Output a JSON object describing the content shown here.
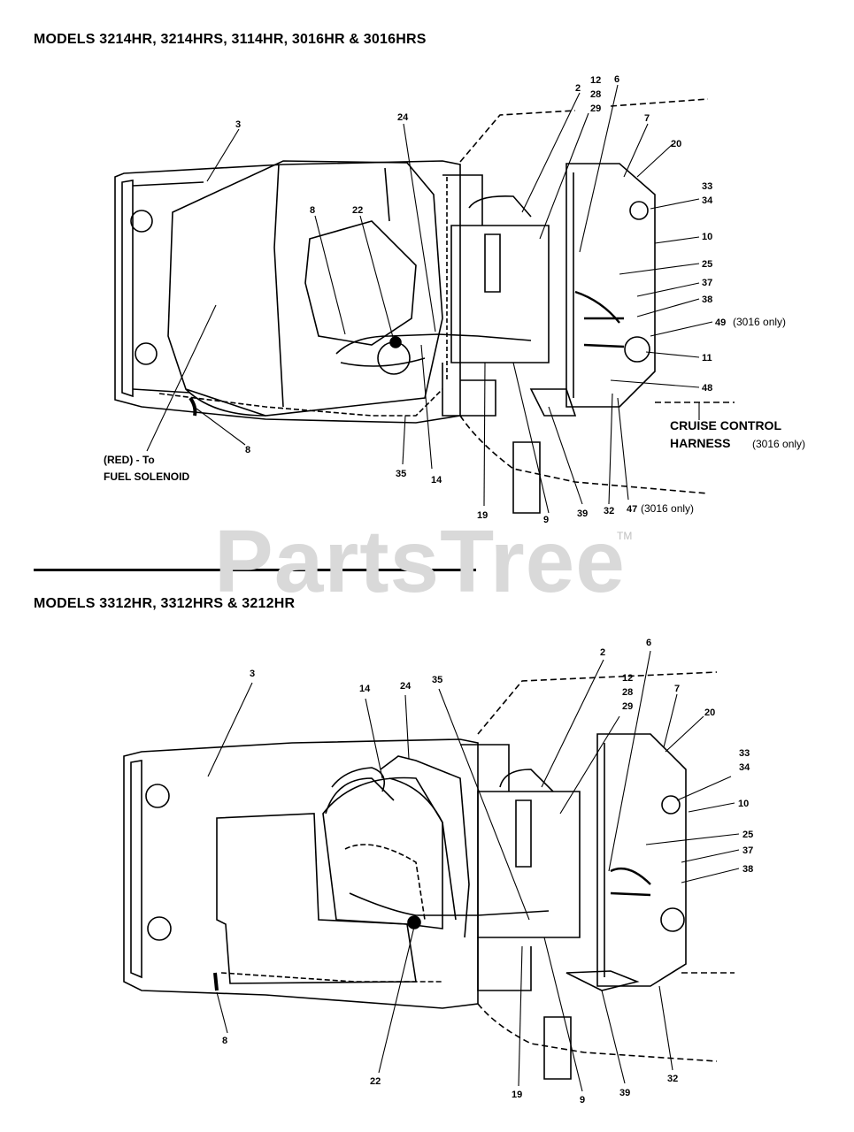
{
  "headings": {
    "top": "MODELS 3214HR, 3214HRS, 3114HR, 3016HR & 3016HRS",
    "bottom": "MODELS 3312HR, 3312HRS & 3212HR"
  },
  "watermark": {
    "text": "PartsTree",
    "tm": "TM"
  },
  "top_diagram": {
    "callouts": {
      "c3": "3",
      "c24": "24",
      "c2": "2",
      "c12": "12",
      "c28": "28",
      "c29": "29",
      "c6": "6",
      "c7": "7",
      "c20": "20",
      "c33": "33",
      "c34": "34",
      "c10": "10",
      "c25": "25",
      "c37": "37",
      "c38": "38",
      "c49": "49",
      "c49note": "(3016 only)",
      "c11": "11",
      "c48": "48",
      "c8a": "8",
      "c22": "22",
      "c8b": "8",
      "c35": "35",
      "c14": "14",
      "c19": "19",
      "c9": "9",
      "c39": "39",
      "c32": "32",
      "c47": "47",
      "c47note": "(3016 only)"
    },
    "red_note_1": "(RED) - To",
    "red_note_2": "FUEL SOLENOID",
    "cruise_1": "CRUISE CONTROL",
    "cruise_2": "HARNESS",
    "cruise_note": "(3016 only)"
  },
  "bottom_diagram": {
    "callouts": {
      "c3": "3",
      "c14": "14",
      "c24": "24",
      "c35": "35",
      "c2": "2",
      "c6": "6",
      "c12": "12",
      "c28": "28",
      "c29": "29",
      "c7": "7",
      "c20": "20",
      "c33": "33",
      "c34": "34",
      "c10": "10",
      "c25": "25",
      "c37": "37",
      "c38": "38",
      "c8": "8",
      "c22": "22",
      "c19": "19",
      "c9": "9",
      "c39": "39",
      "c32": "32"
    }
  }
}
